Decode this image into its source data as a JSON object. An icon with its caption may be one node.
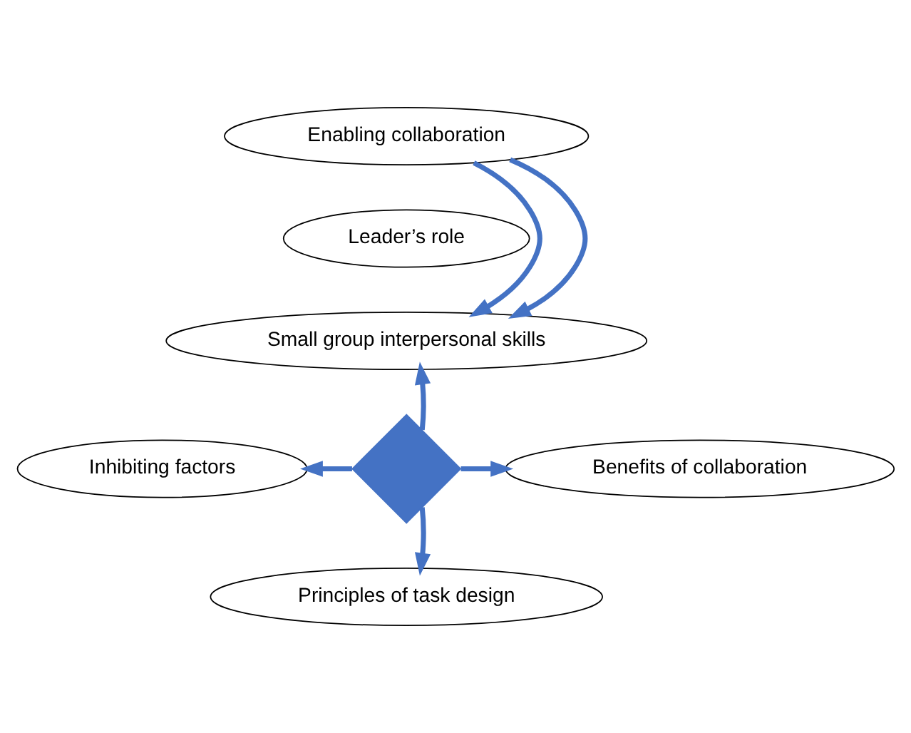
{
  "diagram": {
    "nodes": [
      {
        "text": [
          "Enabling collaboration"
        ]
      },
      {
        "text": [
          "Leader’s role"
        ]
      },
      {
        "text": [
          "Small group interpersonal skills"
        ]
      },
      {
        "text": [
          "Inhibiting factors"
        ]
      },
      {
        "text": [],
        "shape": "arrow"
      },
      {
        "text": [
          "Benefits of collaboration"
        ]
      },
      {
        "text": [
          "Principles of task design"
        ]
      }
    ],
    "edges": [
      {
        "from": 0,
        "to": 2,
        "arrow": "to"
      },
      {
        "from": 0,
        "to": 2,
        "arrow": "to"
      },
      {
        "from": 4,
        "to": 2,
        "arrow": "to"
      },
      {
        "from": 4,
        "to": 3,
        "arrow": "to"
      },
      {
        "from": 4,
        "to": 5,
        "arrow": "to"
      },
      {
        "from": 4,
        "to": 6,
        "arrow": "to"
      }
    ]
  }
}
